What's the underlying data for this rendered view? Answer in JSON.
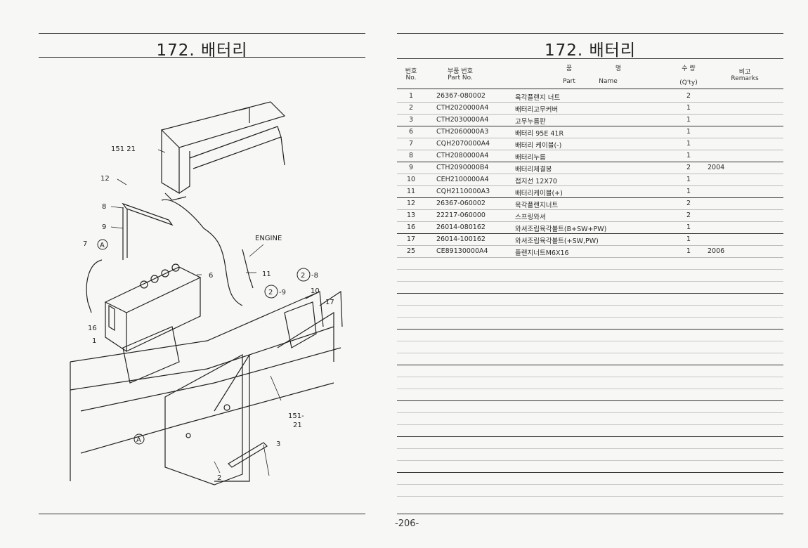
{
  "left": {
    "title": "172. 배터리"
  },
  "right": {
    "title": "172. 배터리",
    "headers": {
      "no_ko": "번호",
      "no_en": "No.",
      "part_no_ko": "부품 번호",
      "part_no_en": "Part No.",
      "part_name_ko_1": "품",
      "part_name_ko_2": "명",
      "part_en": "Part",
      "name_en": "Name",
      "qty_ko": "수 량",
      "qty_en": "(Q'ty)",
      "remarks_ko": "비고",
      "remarks_en": "Remarks"
    },
    "rows": [
      {
        "no": "1",
        "part_no": "26367-080002",
        "name": "육각플랜지 너트",
        "qty": "2",
        "remarks": ""
      },
      {
        "no": "2",
        "part_no": "CTH2020000A4",
        "name": "배터리고무커버",
        "qty": "1",
        "remarks": ""
      },
      {
        "no": "3",
        "part_no": "CTH2030000A4",
        "name": "고무누름판",
        "qty": "1",
        "remarks": ""
      },
      {
        "no": "6",
        "part_no": "CTH2060000A3",
        "name": "배터리 95E 41R",
        "qty": "1",
        "remarks": ""
      },
      {
        "no": "7",
        "part_no": "CQH2070000A4",
        "name": "배터리 케이블(-)",
        "qty": "1",
        "remarks": ""
      },
      {
        "no": "8",
        "part_no": "CTH2080000A4",
        "name": "배터리누름",
        "qty": "1",
        "remarks": ""
      },
      {
        "no": "9",
        "part_no": "CTH2090000B4",
        "name": "배터리체결봉",
        "qty": "2",
        "remarks": "2004"
      },
      {
        "no": "10",
        "part_no": "CEH2100000A4",
        "name": "접지선 12X70",
        "qty": "1",
        "remarks": ""
      },
      {
        "no": "11",
        "part_no": "CQH2110000A3",
        "name": "배터리케이블(+)",
        "qty": "1",
        "remarks": ""
      },
      {
        "no": "12",
        "part_no": "26367-060002",
        "name": "육각플랜지너트",
        "qty": "2",
        "remarks": ""
      },
      {
        "no": "13",
        "part_no": "22217-060000",
        "name": "스프링와셔",
        "qty": "2",
        "remarks": ""
      },
      {
        "no": "16",
        "part_no": "26014-080162",
        "name": "와셔조립육각볼트(B+SW+PW)",
        "qty": "1",
        "remarks": ""
      },
      {
        "no": "17",
        "part_no": "26014-100162",
        "name": "와셔조립육각볼트(+SW,PW)",
        "qty": "1",
        "remarks": ""
      },
      {
        "no": "25",
        "part_no": "CE89130000A4",
        "name": "플랜지너트M6X16",
        "qty": "1",
        "remarks": "2006"
      }
    ]
  },
  "diagram": {
    "labels": {
      "ref_151_21_top": "151 21",
      "ref_151_bottom": "151-",
      "ref_21_bottom": "21",
      "engine": "ENGINE",
      "c12": "12",
      "c8": "8",
      "c9": "9",
      "c7": "7",
      "c16": "16",
      "c1": "1",
      "c6": "6",
      "c11": "11",
      "c10": "10",
      "c17": "17",
      "c3": "3",
      "c2": "2",
      "c_circ2_8": "-8",
      "c_circ2_9": "-9",
      "circ2": "2",
      "a_marker": "A"
    }
  },
  "footer": {
    "page": "-206-"
  }
}
